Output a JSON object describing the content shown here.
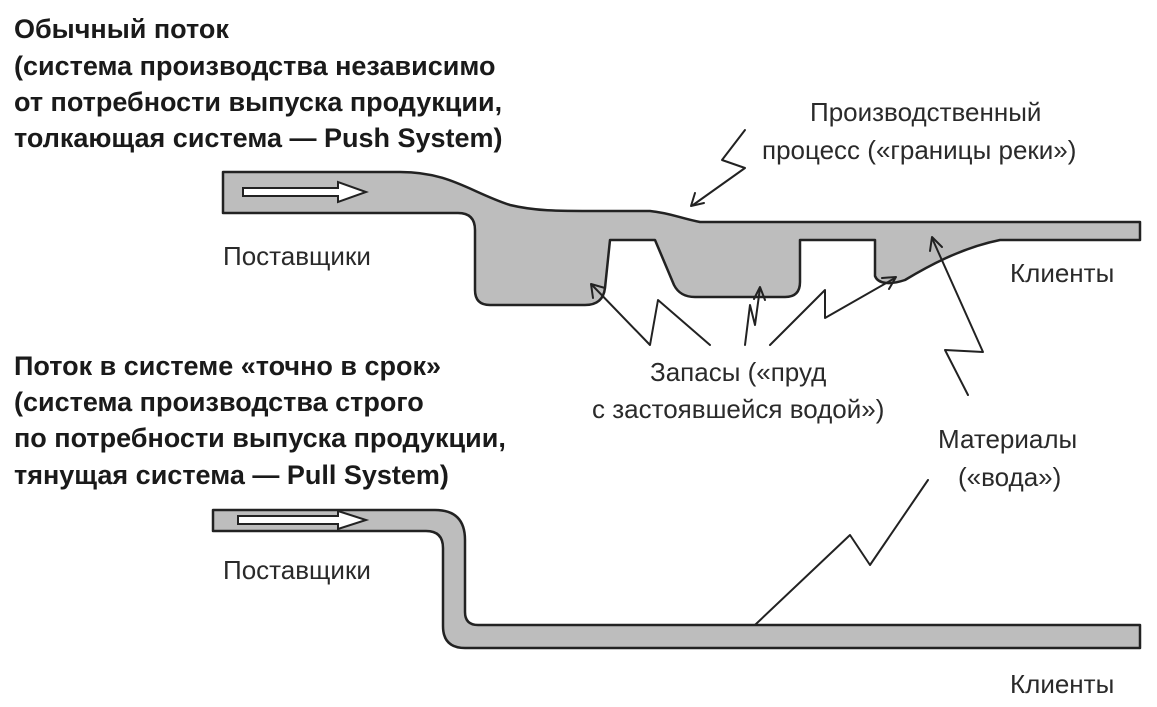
{
  "push_section": {
    "title_lines": [
      "Обычный поток",
      "(система производства независимо",
      "от потребности выпуска продукции,",
      "толкающая система — Push System)"
    ],
    "suppliers_label": "Поставщики",
    "customers_label": "Клиенты"
  },
  "pull_section": {
    "title_lines": [
      "Поток  в системе «точно в срок»",
      "(система производства строго",
      "по потребности выпуска продукции,",
      "тянущая система — Pull System)"
    ],
    "suppliers_label": "Поставщики",
    "customers_label": "Клиенты"
  },
  "annotations": {
    "process_lines": [
      "Производственный",
      "процесс («границы реки»)"
    ],
    "inventory_lines": [
      "Запасы («пруд",
      "с застоявшейся водой»)"
    ],
    "materials_lines": [
      "Материалы",
      "(«вода»)"
    ]
  },
  "colors": {
    "flow_fill": "#bdbdbd",
    "outline": "#222222",
    "text": "#1a1a1a",
    "background": "#ffffff"
  }
}
